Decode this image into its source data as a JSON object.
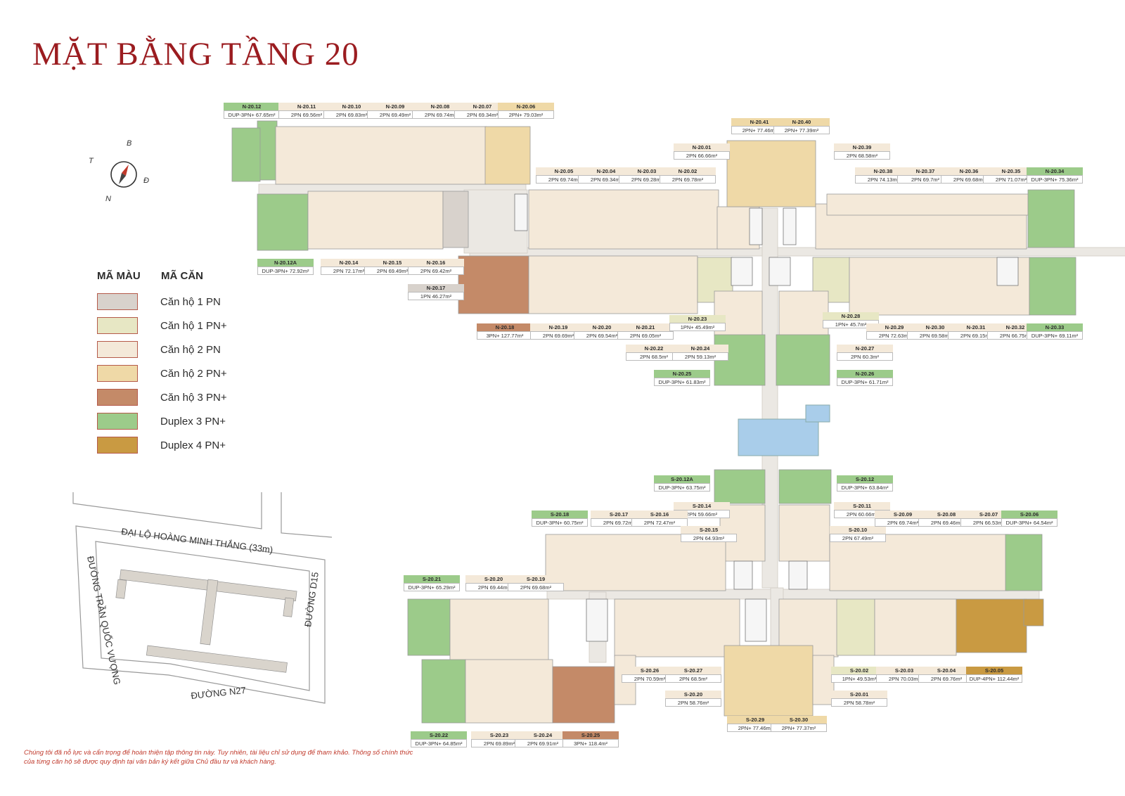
{
  "title": "MẶT BẰNG TẦNG 20",
  "compass": {
    "n": "B",
    "s": "N",
    "e": "Đ",
    "w": "T"
  },
  "legend": {
    "col1": "MÃ MÀU",
    "col2": "MÃ CĂN",
    "items": [
      {
        "label": "Căn hộ 1 PN",
        "color": "#d8d2cc"
      },
      {
        "label": "Căn hộ 1 PN+",
        "color": "#e7e7c4"
      },
      {
        "label": "Căn hộ 2 PN",
        "color": "#f4e9d9"
      },
      {
        "label": "Căn hộ 2 PN+",
        "color": "#efd9a7"
      },
      {
        "label": "Căn hộ 3 PN+",
        "color": "#c48a68"
      },
      {
        "label": "Duplex 3 PN+",
        "color": "#9ccb8a"
      },
      {
        "label": "Duplex 4 PN+",
        "color": "#c99a42"
      }
    ]
  },
  "map": {
    "road_top": "ĐẠI LỘ HOÀNG MINH THẮNG (33m)",
    "road_left": "ĐƯỜNG TRẦN QUỐC VƯỢNG",
    "road_right": "ĐƯỜNG D15",
    "road_bottom": "ĐƯỜNG N27"
  },
  "disclaimer": "Chúng tôi đã nỗ lực và cẩn trọng để hoàn thiện tập thông tin này. Tuy nhiên, tài liệu chỉ sử dụng để tham khảo. Thông số chính thức của từng căn hộ sẽ được quy định tại văn bản ký kết giữa Chủ đầu tư và khách hàng.",
  "units": [
    {
      "code": "N-20.12",
      "info": "DUP-3PN+ 67.65m²",
      "type": "dup3"
    },
    {
      "code": "N-20.11",
      "info": "2PN 69.56m²",
      "type": "t2"
    },
    {
      "code": "N-20.10",
      "info": "2PN 69.83m²",
      "type": "t2"
    },
    {
      "code": "N-20.09",
      "info": "2PN 69.49m²",
      "type": "t2"
    },
    {
      "code": "N-20.08",
      "info": "2PN 69.74m²",
      "type": "t2"
    },
    {
      "code": "N-20.07",
      "info": "2PN 69.34m²",
      "type": "t2"
    },
    {
      "code": "N-20.06",
      "info": "2PN+ 79.03m²",
      "type": "t2p"
    },
    {
      "code": "N-20.41",
      "info": "2PN+ 77.46m²",
      "type": "t2p"
    },
    {
      "code": "N-20.40",
      "info": "2PN+ 77.39m²",
      "type": "t2p"
    },
    {
      "code": "N-20.01",
      "info": "2PN 66.66m²",
      "type": "t2"
    },
    {
      "code": "N-20.39",
      "info": "2PN 68.58m²",
      "type": "t2"
    },
    {
      "code": "N-20.05",
      "info": "2PN 69.74m²",
      "type": "t2"
    },
    {
      "code": "N-20.04",
      "info": "2PN 69.34m²",
      "type": "t2"
    },
    {
      "code": "N-20.03",
      "info": "2PN 69.28m²",
      "type": "t2"
    },
    {
      "code": "N-20.02",
      "info": "2PN 69.78m²",
      "type": "t2"
    },
    {
      "code": "N-20.38",
      "info": "2PN 74.13m²",
      "type": "t2"
    },
    {
      "code": "N-20.37",
      "info": "2PN 69.7m²",
      "type": "t2"
    },
    {
      "code": "N-20.36",
      "info": "2PN 69.68m²",
      "type": "t2"
    },
    {
      "code": "N-20.35",
      "info": "2PN 71.07m²",
      "type": "t2"
    },
    {
      "code": "N-20.34",
      "info": "DUP-3PN+ 75.36m²",
      "type": "dup3"
    },
    {
      "code": "N-20.12A",
      "info": "DUP-3PN+ 72.92m²",
      "type": "dup3"
    },
    {
      "code": "N-20.14",
      "info": "2PN 72.17m²",
      "type": "t2"
    },
    {
      "code": "N-20.15",
      "info": "2PN 69.49m²",
      "type": "t2"
    },
    {
      "code": "N-20.16",
      "info": "2PN 69.42m²",
      "type": "t2"
    },
    {
      "code": "N-20.17",
      "info": "1PN 46.27m²",
      "type": "t1"
    },
    {
      "code": "N-20.18",
      "info": "3PN+ 127.77m²",
      "type": "t3"
    },
    {
      "code": "N-20.19",
      "info": "2PN 69.69m²",
      "type": "t2"
    },
    {
      "code": "N-20.20",
      "info": "2PN 69.54m²",
      "type": "t2"
    },
    {
      "code": "N-20.21",
      "info": "2PN 69.05m²",
      "type": "t2"
    },
    {
      "code": "N-20.23",
      "info": "1PN+ 45.49m²",
      "type": "t1p"
    },
    {
      "code": "N-20.22",
      "info": "2PN 68.5m²",
      "type": "t2"
    },
    {
      "code": "N-20.24",
      "info": "2PN 59.13m²",
      "type": "t2"
    },
    {
      "code": "N-20.28",
      "info": "1PN+ 45.7m²",
      "type": "t1p"
    },
    {
      "code": "N-20.29",
      "info": "2PN 72.63m²",
      "type": "t2"
    },
    {
      "code": "N-20.30",
      "info": "2PN 69.58m²",
      "type": "t2"
    },
    {
      "code": "N-20.31",
      "info": "2PN 69.15m²",
      "type": "t2"
    },
    {
      "code": "N-20.32",
      "info": "2PN 66.75m²",
      "type": "t2"
    },
    {
      "code": "N-20.33",
      "info": "DUP-3PN+ 69.11m²",
      "type": "dup3"
    },
    {
      "code": "N-20.27",
      "info": "2PN 60.3m²",
      "type": "t2"
    },
    {
      "code": "N-20.25",
      "info": "DUP-3PN+ 61.83m²",
      "type": "dup3"
    },
    {
      "code": "N-20.26",
      "info": "DUP-3PN+ 61.71m²",
      "type": "dup3"
    },
    {
      "code": "S-20.12A",
      "info": "DUP-3PN+ 63.75m²",
      "type": "dup3"
    },
    {
      "code": "S-20.12",
      "info": "DUP-3PN+ 63.84m²",
      "type": "dup3"
    },
    {
      "code": "S-20.14",
      "info": "2PN 59.66m²",
      "type": "t2"
    },
    {
      "code": "S-20.11",
      "info": "2PN 60.66m²",
      "type": "t2"
    },
    {
      "code": "S-20.18",
      "info": "DUP-3PN+ 60.75m²",
      "type": "dup3"
    },
    {
      "code": "S-20.17",
      "info": "2PN 69.72m²",
      "type": "t2"
    },
    {
      "code": "S-20.16",
      "info": "2PN 72.47m²",
      "type": "t2"
    },
    {
      "code": "S-20.15",
      "info": "2PN 64.93m²",
      "type": "t2"
    },
    {
      "code": "S-20.10",
      "info": "2PN 67.49m²",
      "type": "t2"
    },
    {
      "code": "S-20.09",
      "info": "2PN 69.74m²",
      "type": "t2"
    },
    {
      "code": "S-20.08",
      "info": "2PN 69.46m²",
      "type": "t2"
    },
    {
      "code": "S-20.07",
      "info": "2PN 66.53m²",
      "type": "t2"
    },
    {
      "code": "S-20.06",
      "info": "DUP-3PN+ 64.54m²",
      "type": "dup3"
    },
    {
      "code": "S-20.21",
      "info": "DUP-3PN+ 65.29m²",
      "type": "dup3"
    },
    {
      "code": "S-20.20",
      "info": "2PN 69.44m²",
      "type": "t2"
    },
    {
      "code": "S-20.19",
      "info": "2PN 69.68m²",
      "type": "t2"
    },
    {
      "code": "S-20.26",
      "info": "2PN 70.59m²",
      "type": "t2"
    },
    {
      "code": "S-20.27",
      "info": "2PN 68.5m²",
      "type": "t2"
    },
    {
      "code": "S-20.02",
      "info": "1PN+ 49.53m²",
      "type": "t1p"
    },
    {
      "code": "S-20.03",
      "info": "2PN 70.03m²",
      "type": "t2"
    },
    {
      "code": "S-20.04",
      "info": "2PN 69.76m²",
      "type": "t2"
    },
    {
      "code": "S-20.05",
      "info": "DUP-4PN+ 112.44m²",
      "type": "dup4"
    },
    {
      "code": "S-20.20",
      "info": "2PN 58.76m²",
      "type": "t2"
    },
    {
      "code": "S-20.01",
      "info": "2PN 58.78m²",
      "type": "t2"
    },
    {
      "code": "S-20.22",
      "info": "DUP-3PN+ 64.85m²",
      "type": "dup3"
    },
    {
      "code": "S-20.23",
      "info": "2PN 69.89m²",
      "type": "t2"
    },
    {
      "code": "S-20.24",
      "info": "2PN 69.91m²",
      "type": "t2"
    },
    {
      "code": "S-20.25",
      "info": "3PN+ 118.4m²",
      "type": "t3"
    },
    {
      "code": "S-20.29",
      "info": "2PN+ 77.46m²",
      "type": "t2p"
    },
    {
      "code": "S-20.30",
      "info": "2PN+ 77.37m²",
      "type": "t2p"
    }
  ]
}
